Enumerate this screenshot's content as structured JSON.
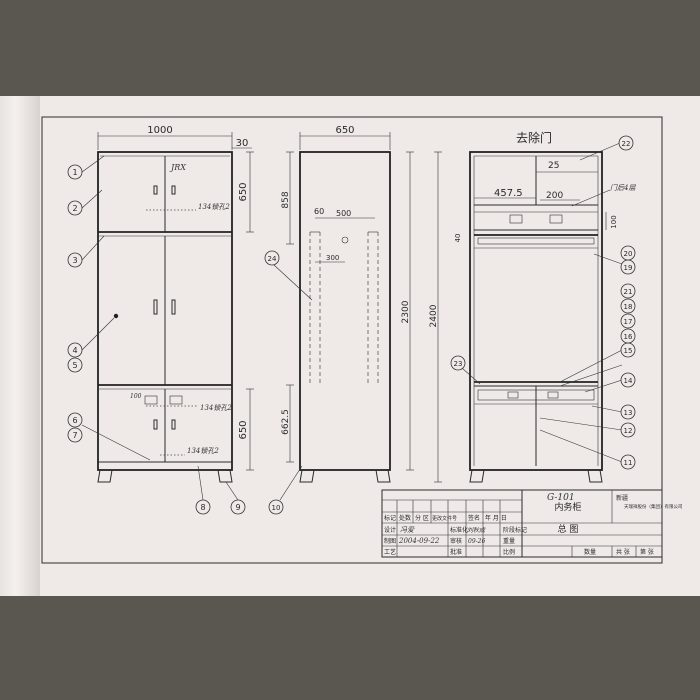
{
  "front_view": {
    "dim_width": "1000",
    "dim_gap": "30",
    "dim_top": "650",
    "dim_bottom": "650",
    "label_top_door": "JRX",
    "hw_note_top": "134锁孔2",
    "hw_note_mid": "134锁孔2",
    "hw_note_low": "134锁孔2",
    "dim_small": "100"
  },
  "side_view": {
    "dim_depth": "650",
    "dim_858": "858",
    "dim_60": "60",
    "dim_500": "500",
    "dim_300": "300",
    "dim_2300": "2300",
    "dim_2400": "2400",
    "dim_662": "662.5"
  },
  "open_view": {
    "title": "去除门",
    "dim_25": "25",
    "dim_4575": "457.5",
    "dim_200": "200",
    "dim_100": "100",
    "dim_40": "40",
    "note": "门后4层"
  },
  "callouts": [
    "1",
    "2",
    "3",
    "4",
    "5",
    "6",
    "7",
    "8",
    "9",
    "10",
    "11",
    "12",
    "13",
    "14",
    "15",
    "16",
    "17",
    "18",
    "19",
    "20",
    "21",
    "22",
    "23",
    "24"
  ],
  "title_block": {
    "drawing_no": "G-101",
    "product_name": "内务柜",
    "drawing_title": "总  图",
    "company_prefix": "新疆",
    "company_name": "天瑞祥股份（集团）有限公司",
    "hdr_mark": "标记",
    "hdr_count": "处数",
    "hdr_zone": "分 区",
    "hdr_change": "更改文件号",
    "hdr_sign": "签名",
    "hdr_date": "年 月 日",
    "row_design": "设计",
    "designer": "冯爱",
    "design_date": "2004-09-22",
    "row_std": "标准化",
    "std_sign": "刘秋成",
    "row_draw": "制图",
    "row_review": "审核",
    "review_date": "09-26",
    "row_process": "工艺",
    "row_approve": "批准",
    "lbl_stage": "阶段标记",
    "lbl_weight": "重量",
    "lbl_scale": "比例",
    "lbl_qty": "数量",
    "lbl_total": "共 张",
    "lbl_sheet": "第 张"
  }
}
